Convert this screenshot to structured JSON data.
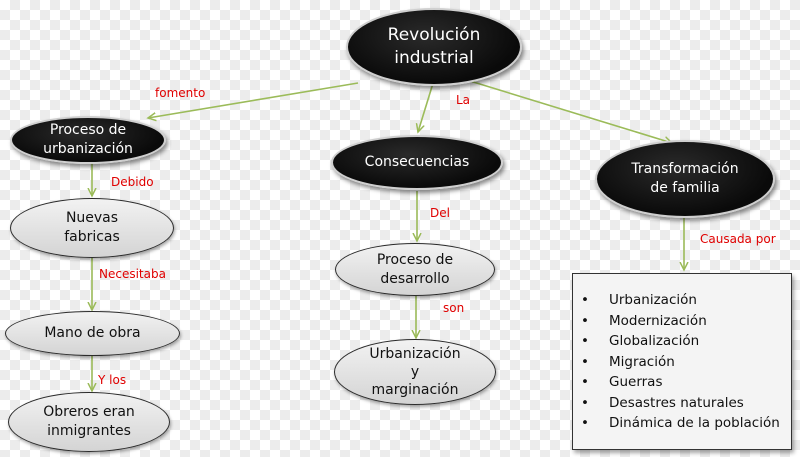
{
  "nodes": {
    "root": "Revolución\nindustrial",
    "urbanizacion": "Proceso de\nurbanización",
    "consecuencias": "Consecuencias",
    "transformacion": "Transformación\nde familia",
    "nuevas_fabricas": "Nuevas\nfabricas",
    "mano_obra": "Mano de obra",
    "obreros": "Obreros eran\ninmigrantes",
    "desarrollo": "Proceso de\ndesarrollo",
    "marginacion": "Urbanización\ny\nmarginación"
  },
  "labels": {
    "fomento": "fomento",
    "la": "La",
    "debido": "Debido",
    "necesitaba": "Necesitaba",
    "y_los": "Y los",
    "del": "Del",
    "son": "son",
    "causada_por": "Causada por"
  },
  "causes": [
    "Urbanización",
    "Modernización",
    "Globalización",
    "Migración",
    "Guerras",
    "Desastres naturales",
    "Dinámica de la población"
  ],
  "colors": {
    "connector": "#9bbb59",
    "label_text": "#e00000",
    "dark_node": "#0a0a0a",
    "light_node": "#dcdcdc"
  }
}
